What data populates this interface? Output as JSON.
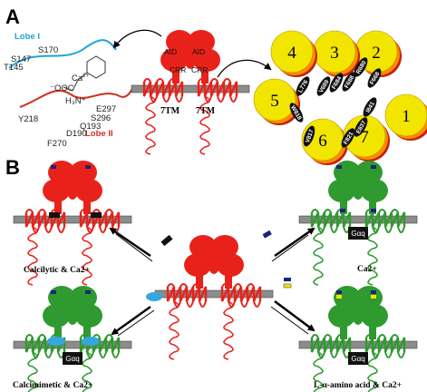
{
  "panels": {
    "a": "A",
    "b": "B"
  },
  "lobes": {
    "lobe1": "Lobe I",
    "lobe2": "Lobe II"
  },
  "site_residues": [
    "S170",
    "S147",
    "T145",
    "Y218",
    "E297",
    "S296",
    "Q193",
    "D190",
    "F270"
  ],
  "ligand": {
    "ion": "Ca",
    "charge": "2+"
  },
  "receptor_domains": {
    "aid": "AID",
    "crr": "CRR",
    "tm": "7TM"
  },
  "helices": [
    "1",
    "2",
    "3",
    "4",
    "5",
    "6",
    "7"
  ],
  "helix_residues": [
    "I841",
    "E837",
    "F821",
    "V817",
    "W818",
    "F684",
    "F688",
    "L776",
    "V689",
    "R680",
    "F668"
  ],
  "g_protein": "Gαq",
  "captions": {
    "calcilytic": "Calcilytic & Ca2+",
    "ca": "Ca2+",
    "calcimimetic": "Calcimimetic & Ca2+",
    "amino_acid": "L-α-amino acid & Ca2+"
  },
  "colors": {
    "inactive": "#e8221a",
    "active": "#2f9a2f",
    "membrane": "#8c8c8c",
    "helix": "#f2e600",
    "lobe1": "#1aa6d6",
    "lobe2": "#d03020",
    "calcimimetic": "#35a6e0",
    "calcilytic": "#111111",
    "ca_ion": "#1a237e"
  }
}
